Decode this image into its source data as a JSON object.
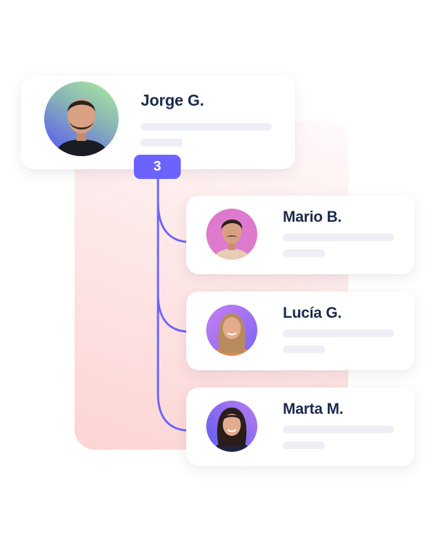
{
  "colors": {
    "accent": "#6c63ff",
    "name_text": "#1b2a4a",
    "placeholder_bar": "#edeff5",
    "panel_pink": "#fdd4d4",
    "card_bg": "#ffffff"
  },
  "root": {
    "name": "Jorge G.",
    "avatar_icon": "person-avatar",
    "avatar_bg": [
      "#a6e3a1",
      "#5b5cf0"
    ],
    "direct_reports_count": "3"
  },
  "children": [
    {
      "name": "Mario B.",
      "avatar_icon": "person-avatar",
      "avatar_bg": "#dd7acd"
    },
    {
      "name": "Lucía G.",
      "avatar_icon": "person-avatar",
      "avatar_bg": "#b57cf2"
    },
    {
      "name": "Marta M.",
      "avatar_icon": "person-avatar",
      "avatar_bg": "#7b6cf6"
    }
  ]
}
